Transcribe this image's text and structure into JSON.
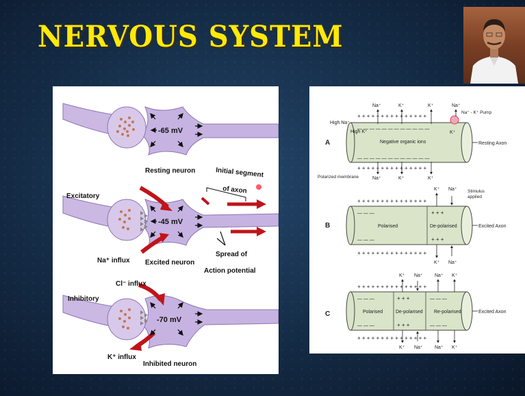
{
  "slide": {
    "title": "NERVOUS SYSTEM"
  },
  "left_figure": {
    "resting": {
      "potential": "-65 mV",
      "caption": "Resting neuron"
    },
    "excited": {
      "label": "Excitatory",
      "potential": "-45 mV",
      "influx": "Na⁺ influx",
      "caption": "Excited neuron",
      "segment_line1": "Initial segment",
      "segment_line2": "of axon",
      "spread_line1": "Spread of",
      "spread_line2": "Action potential"
    },
    "inhibited": {
      "label": "Inhibitory",
      "potential": "-70 mV",
      "cl_influx": "Cl⁻ influx",
      "k_influx": "K⁺ influx",
      "caption": "Inhibited neuron"
    }
  },
  "right_figure": {
    "A": {
      "letter": "A",
      "na_top": "Na⁺",
      "k_top": "K⁺",
      "pump": "Na⁺ - K⁺ Pump",
      "high_na": "High Na⁺",
      "high_k": "High K⁺",
      "center": "Negative organic ions",
      "k_pump": "K⁺",
      "side": "Resting Axon",
      "polarized_membrane": "Polarized membrane"
    },
    "B": {
      "letter": "B",
      "k": "K⁺",
      "na": "Na⁺",
      "stimulus": "Stimulus",
      "applied": "applied",
      "polarised": "Polarised",
      "depolarised": "De-polarised",
      "side": "Excited Axon"
    },
    "C": {
      "letter": "C",
      "k": "K⁺",
      "na": "Na⁺",
      "polarised": "Polarised",
      "depolarised": "De-polarised",
      "repolarised": "Re-polarised",
      "side": "Excited Axon"
    },
    "plus_long": "+ + + + + + + + + + + + + + +",
    "minus_long": "— — — — — — — — — — — —",
    "plus_short": "+ + +",
    "minus_short": "— — —"
  }
}
